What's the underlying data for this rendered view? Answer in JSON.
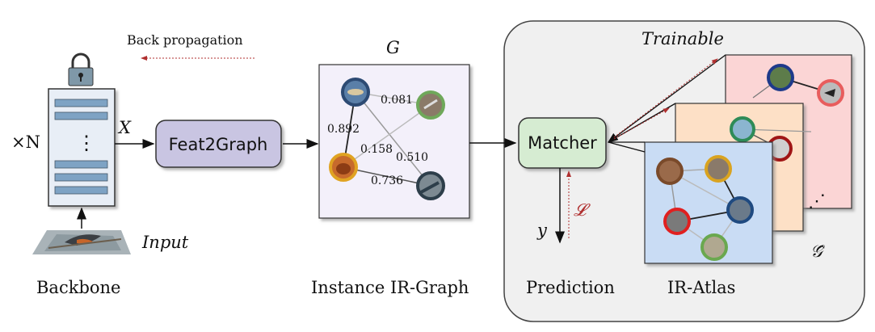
{
  "backbone": {
    "label": "Backbone",
    "repeat": "×N",
    "dots": "⋮",
    "input_label": "Input",
    "x_label": "X"
  },
  "back_propagation": "Back propagation",
  "feat2graph": "Feat2Graph",
  "graph": {
    "title": "G",
    "label": "Instance IR-Graph",
    "edge_labels": [
      "0.081",
      "0.892",
      "0.158",
      "0.510",
      "0.736"
    ]
  },
  "trainable": {
    "title": "Trainable",
    "matcher": "Matcher",
    "prediction": "Prediction",
    "y": "y",
    "loss": "𝓛",
    "atlas_label": "IR-Atlas",
    "atlas_symbol": "𝒢̂",
    "more": "⋰"
  },
  "colors": {
    "backbone_fill": "#e8eef6",
    "feat2graph_fill": "#c9c5e2",
    "graph_fill": "#f3f0fa",
    "matcher_fill": "#d6ecd2",
    "atlas_back": "#fbd5d5",
    "atlas_mid": "#fde0c6",
    "atlas_front": "#c9dcf4",
    "trainable_fill": "#f0f0f0",
    "backprop": "#b03030"
  }
}
